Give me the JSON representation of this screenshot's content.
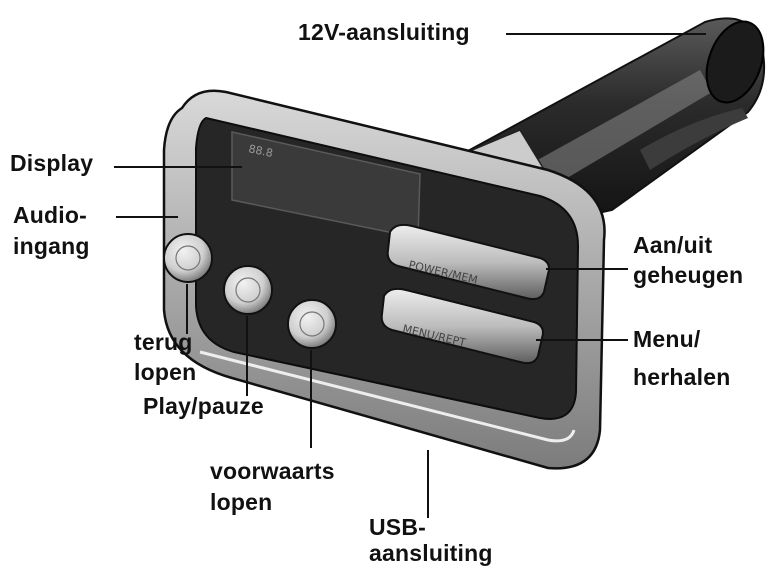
{
  "labels": {
    "power_12v": "12V-aansluiting",
    "display": "Display",
    "audio_input_line1": "Audio-",
    "audio_input_line2": "ingang",
    "on_off_line1": "Aan/uit",
    "on_off_line2": "geheugen",
    "menu_line1": "Menu/",
    "menu_line2": "herhalen",
    "back_line1": "terug",
    "back_line2": "lopen",
    "play_pause": "Play/pauze",
    "forward_line1": "voorwaarts",
    "forward_line2": "lopen",
    "usb_line1": "USB-",
    "usb_line2": "aansluiting"
  },
  "device_markings": {
    "upper_button": "POWER/MEM",
    "lower_button": "MENU/REPT"
  },
  "colors": {
    "ink": "#111111",
    "shell": "#bdbdbd",
    "dark_face": "#262626"
  }
}
